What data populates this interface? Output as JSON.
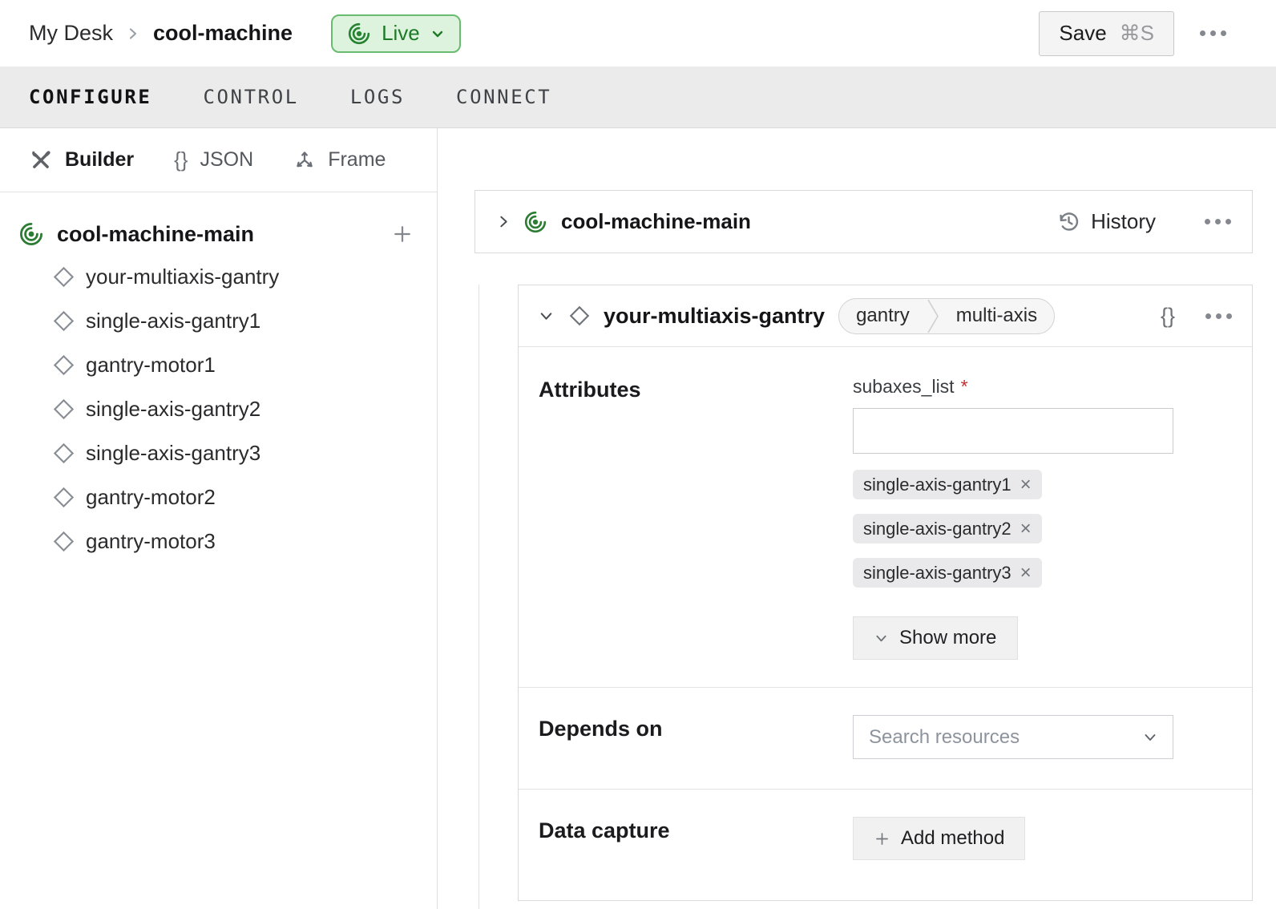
{
  "header": {
    "breadcrumb": {
      "parent": "My Desk",
      "current": "cool-machine"
    },
    "live_badge": {
      "label": "Live"
    },
    "save_button": {
      "label": "Save",
      "shortcut": "⌘S"
    }
  },
  "tabs": [
    {
      "label": "CONFIGURE"
    },
    {
      "label": "CONTROL"
    },
    {
      "label": "LOGS"
    },
    {
      "label": "CONNECT"
    }
  ],
  "sidebar": {
    "view_toggle": {
      "builder": "Builder",
      "json_icon": "{}",
      "json": "JSON",
      "frame": "Frame"
    },
    "tree": {
      "root": "cool-machine-main",
      "items": [
        "your-multiaxis-gantry",
        "single-axis-gantry1",
        "gantry-motor1",
        "single-axis-gantry2",
        "single-axis-gantry3",
        "gantry-motor2",
        "gantry-motor3"
      ]
    }
  },
  "main": {
    "part_card": {
      "title": "cool-machine-main",
      "history": "History"
    },
    "component_card": {
      "title": "your-multiaxis-gantry",
      "tags": [
        "gantry",
        "multi-axis"
      ],
      "json_icon": "{}",
      "sections": {
        "attributes": {
          "heading": "Attributes",
          "field_label": "subaxes_list",
          "required_mark": "*",
          "input_value": "",
          "chips": [
            {
              "label": "single-axis-gantry1"
            },
            {
              "label": "single-axis-gantry2"
            },
            {
              "label": "single-axis-gantry3"
            }
          ],
          "chip_remove": "×",
          "show_more": "Show more"
        },
        "depends_on": {
          "heading": "Depends on",
          "placeholder": "Search resources"
        },
        "data_capture": {
          "heading": "Data capture",
          "add_method": "Add method"
        }
      }
    }
  },
  "colors": {
    "accent_green": "#2c7d33",
    "live_bg": "#ddf3de",
    "live_border": "#69bb6f",
    "live_text": "#1d7a26",
    "required_red": "#c62f2f"
  }
}
